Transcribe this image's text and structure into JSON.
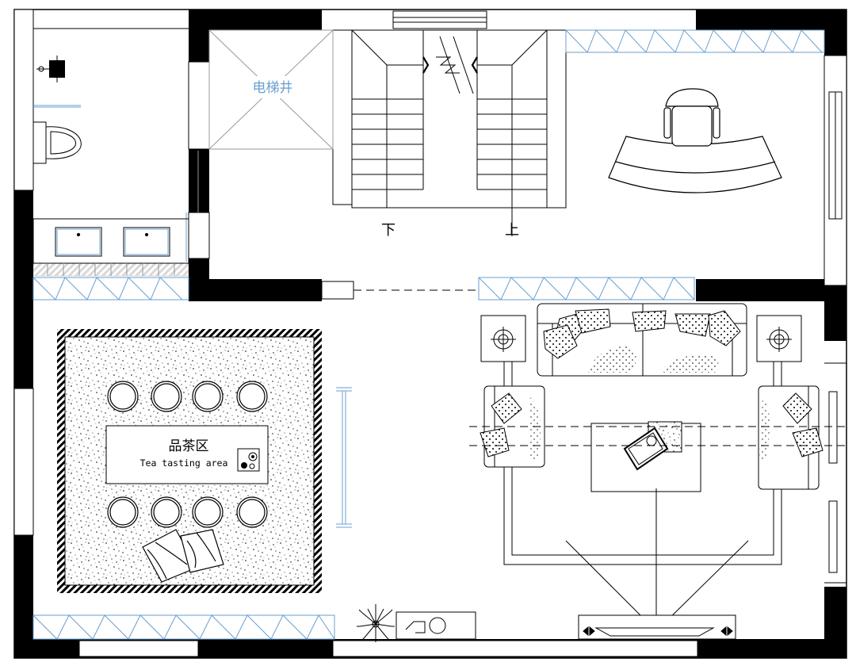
{
  "labels": {
    "elevator_shaft": "电梯井",
    "stair_down": "下",
    "stair_up": "上",
    "tea_area_cn": "品茶区",
    "tea_area_en": "Tea tasting area"
  },
  "colors": {
    "wall": "#000000",
    "line": "#000000",
    "glass": "#6a9fd0",
    "background": "#ffffff"
  },
  "icons": {
    "toilet": "toilet-icon",
    "sink": "sink-icon",
    "office_chair": "office-chair-icon",
    "sofa": "sofa-icon",
    "armchair": "armchair-icon",
    "lamp": "table-lamp-icon",
    "stool": "round-stool-icon",
    "plant": "potted-plant-icon",
    "tv": "tv-cabinet-icon",
    "shower": "shower-valve-icon"
  }
}
